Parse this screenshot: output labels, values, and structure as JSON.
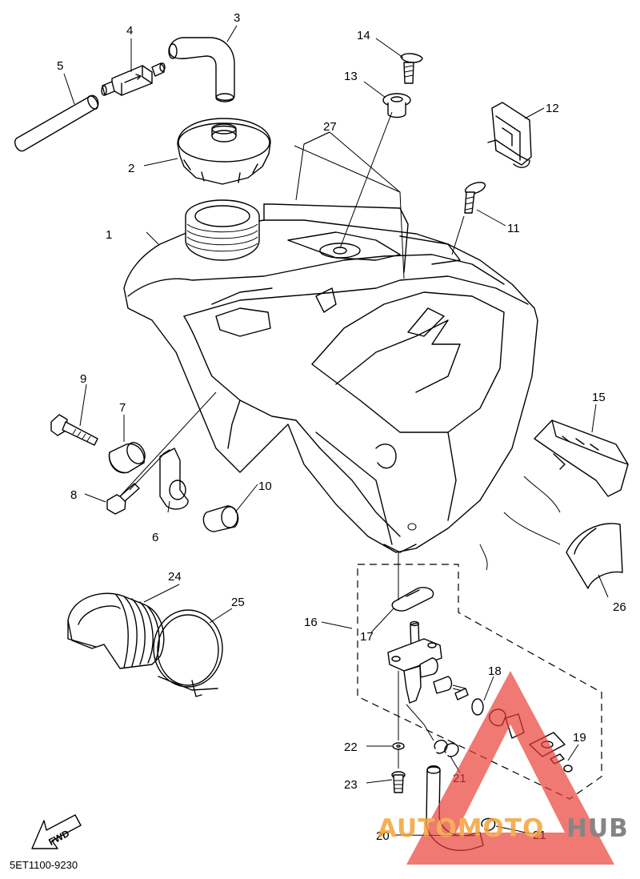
{
  "diagram": {
    "code": "5ET1100-9230",
    "fwd_label": "FWD",
    "callouts": [
      {
        "id": "c1",
        "label": "1"
      },
      {
        "id": "c2",
        "label": "2"
      },
      {
        "id": "c3",
        "label": "3"
      },
      {
        "id": "c4",
        "label": "4"
      },
      {
        "id": "c5",
        "label": "5"
      },
      {
        "id": "c6",
        "label": "6"
      },
      {
        "id": "c7",
        "label": "7"
      },
      {
        "id": "c8",
        "label": "8"
      },
      {
        "id": "c9",
        "label": "9"
      },
      {
        "id": "c10",
        "label": "10"
      },
      {
        "id": "c11",
        "label": "11"
      },
      {
        "id": "c12",
        "label": "12"
      },
      {
        "id": "c13",
        "label": "13"
      },
      {
        "id": "c14",
        "label": "14"
      },
      {
        "id": "c15",
        "label": "15"
      },
      {
        "id": "c16",
        "label": "16"
      },
      {
        "id": "c17",
        "label": "17"
      },
      {
        "id": "c18",
        "label": "18"
      },
      {
        "id": "c19",
        "label": "19"
      },
      {
        "id": "c20",
        "label": "20"
      },
      {
        "id": "c21a",
        "label": "21"
      },
      {
        "id": "c21b",
        "label": "21"
      },
      {
        "id": "c22",
        "label": "22"
      },
      {
        "id": "c23",
        "label": "23"
      },
      {
        "id": "c24",
        "label": "24"
      },
      {
        "id": "c25",
        "label": "25"
      },
      {
        "id": "c26",
        "label": "26"
      },
      {
        "id": "c27",
        "label": "27"
      }
    ]
  },
  "watermark": {
    "part1": "AUTOMOTO",
    "part2": "HUB",
    "triangle_color": "#ea3b33",
    "text_color_1": "#f4a23a",
    "text_color_2": "#707070"
  }
}
